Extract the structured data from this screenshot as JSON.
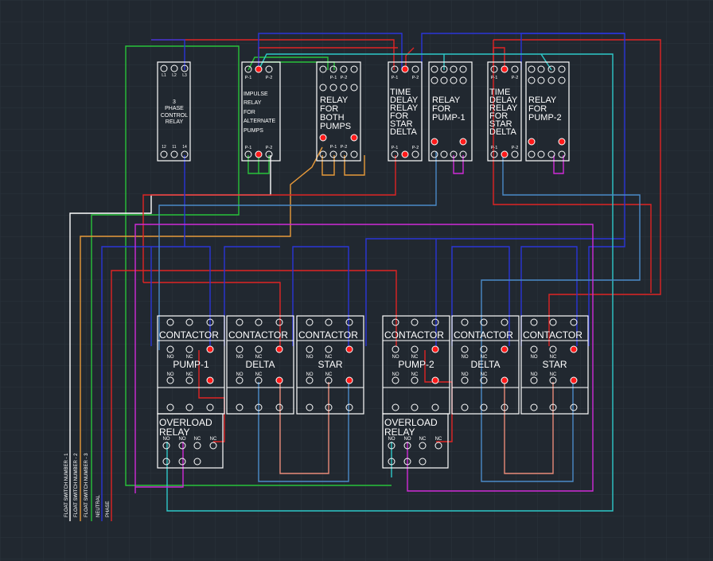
{
  "colors": {
    "background": "#212830",
    "grid": "#2b333d",
    "white": "#ffffff",
    "red": "#ff1a1a",
    "wire_red": "#e02424",
    "wire_blue": "#2a35d8",
    "wire_green": "#29c23a",
    "wire_cyan": "#2ec9c9",
    "wire_orange": "#e89a3a",
    "wire_magenta": "#d02ad8",
    "wire_lightblue": "#4a8ac8",
    "wire_salmon": "#e88a78"
  },
  "components": {
    "phase_control_relay": {
      "lines": [
        "3",
        "PHASE",
        "CONTROL",
        "RELAY"
      ],
      "top_pins": [
        "L1",
        "L2",
        "L3"
      ],
      "bottom_pins": [
        "12",
        "11",
        "14"
      ]
    },
    "impulse_relay": {
      "lines": [
        "IMPULSE",
        "RELAY",
        "FOR",
        "ALTERNATE",
        "PUMPS"
      ],
      "top_pins": [
        "P-1",
        "P-2"
      ],
      "bottom_pins": [
        "P-1",
        "P-2"
      ]
    },
    "relay_both_pumps": {
      "lines": [
        "RELAY",
        "FOR",
        "BOTH",
        "PUMPS"
      ],
      "top_pins": [
        "P-1",
        "P-2"
      ],
      "bottom_pins": [
        "P-1",
        "P-2"
      ]
    },
    "time_delay_1": {
      "lines": [
        "TIME",
        "DELAY",
        "RELAY",
        "FOR",
        "STAR",
        "DELTA"
      ],
      "top_pins": [
        "P-1",
        "P-2"
      ],
      "bottom_pins": [
        "P-1",
        "P-2"
      ]
    },
    "relay_pump1": {
      "lines": [
        "RELAY",
        "FOR",
        "PUMP-1"
      ]
    },
    "time_delay_2": {
      "lines": [
        "TIME",
        "DELAY",
        "RELAY",
        "FOR",
        "STAR",
        "DELTA"
      ],
      "top_pins": [
        "P-1",
        "P-2"
      ],
      "bottom_pins": [
        "P-1",
        "P-2"
      ]
    },
    "relay_pump2": {
      "lines": [
        "RELAY",
        "FOR",
        "PUMP-2"
      ]
    }
  },
  "contactors": [
    {
      "title": "CONTACTOR",
      "label": "PUMP-1",
      "no": "NO",
      "nc": "NC"
    },
    {
      "title": "CONTACTOR",
      "label": "DELTA",
      "no": "NO",
      "nc": "NC"
    },
    {
      "title": "CONTACTOR",
      "label": "STAR",
      "no": "NO",
      "nc": "NC"
    },
    {
      "title": "CONTACTOR",
      "label": "PUMP-2",
      "no": "NO",
      "nc": "NC"
    },
    {
      "title": "CONTACTOR",
      "label": "DELTA",
      "no": "NO",
      "nc": "NC"
    },
    {
      "title": "CONTACTOR",
      "label": "STAR",
      "no": "NO",
      "nc": "NC"
    }
  ],
  "overload_relays": [
    {
      "lines": [
        "OVERLOAD",
        "RELAY"
      ],
      "pins": [
        "NO",
        "NO",
        "NC",
        "NC"
      ]
    },
    {
      "lines": [
        "OVERLOAD",
        "RELAY"
      ],
      "pins": [
        "NO",
        "NO",
        "NC",
        "NC"
      ]
    }
  ],
  "legend": [
    "FLOAT SWITCH NUMBER - 1",
    "FLOAT SWITCH NUMBER - 2",
    "FLOAT SWITCH NUMBER - 3",
    "NEUTRAL",
    "PHASE"
  ]
}
